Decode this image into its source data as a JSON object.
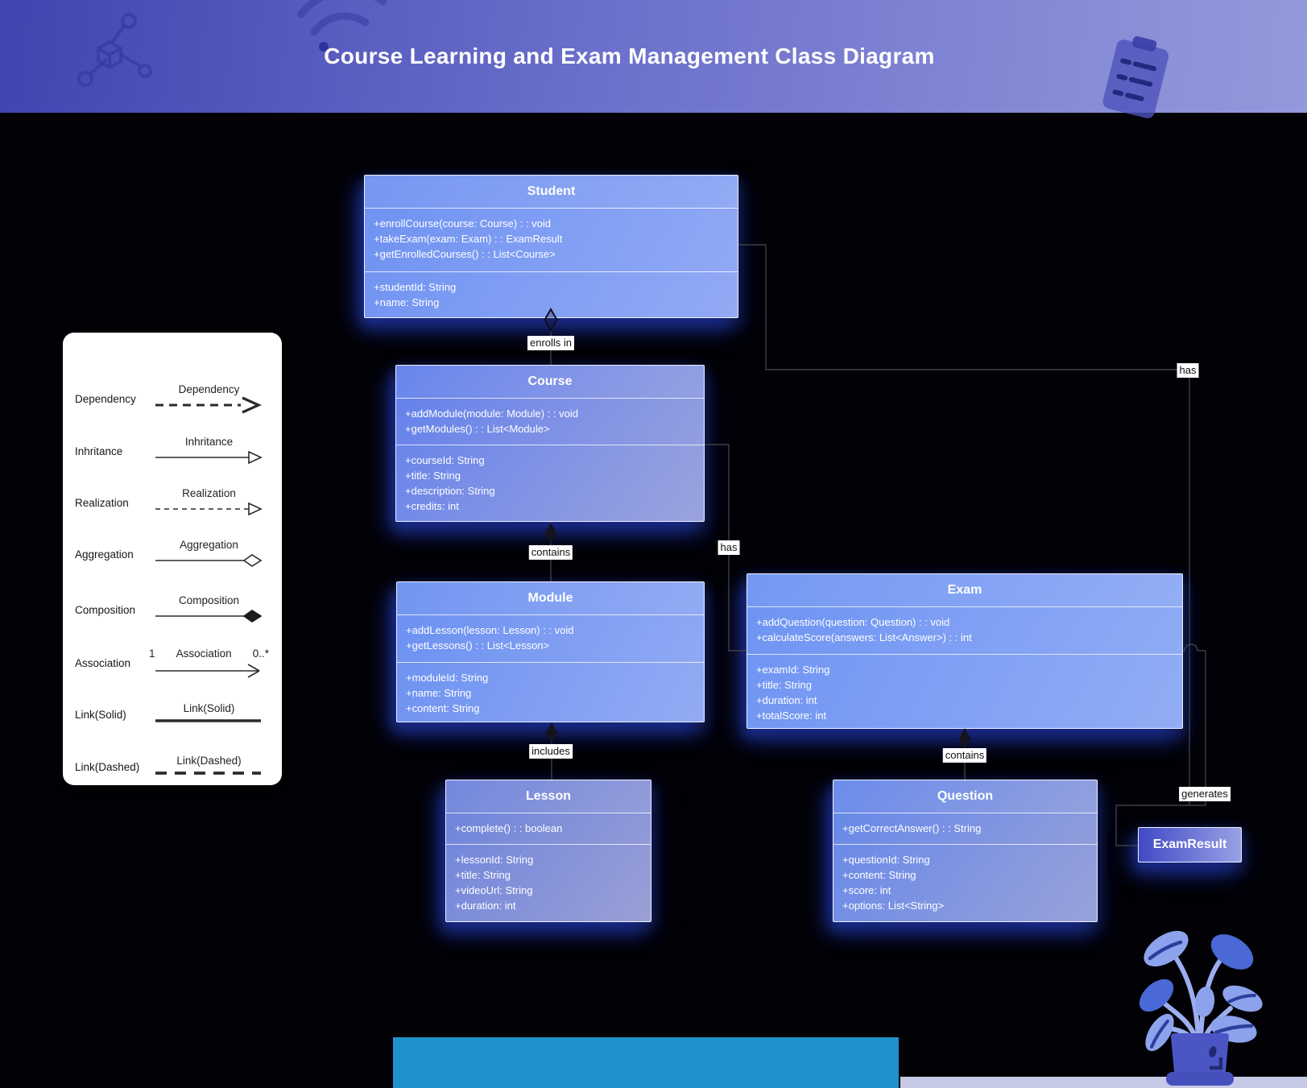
{
  "header": {
    "title": "Course Learning and Exam Management Class Diagram"
  },
  "classes": {
    "student": {
      "name": "Student",
      "methods": [
        "+enrollCourse(course: Course) : : void",
        "+takeExam(exam: Exam) : : ExamResult",
        "+getEnrolledCourses() : : List<Course>"
      ],
      "attributes": [
        "+studentId: String",
        "+name: String"
      ]
    },
    "course": {
      "name": "Course",
      "methods": [
        "+addModule(module: Module) : : void",
        "+getModules() : : List<Module>"
      ],
      "attributes": [
        "+courseId: String",
        "+title: String",
        "+description: String",
        "+credits: int"
      ]
    },
    "module": {
      "name": "Module",
      "methods": [
        "+addLesson(lesson: Lesson) : : void",
        "+getLessons() : : List<Lesson>"
      ],
      "attributes": [
        "+moduleId: String",
        "+name: String",
        "+content: String"
      ]
    },
    "lesson": {
      "name": "Lesson",
      "methods": [
        "+complete() : : boolean"
      ],
      "attributes": [
        "+lessonId: String",
        "+title: String",
        "+videoUrl: String",
        "+duration: int"
      ]
    },
    "exam": {
      "name": "Exam",
      "methods": [
        "+addQuestion(question: Question) : : void",
        "+calculateScore(answers: List<Answer>) : : int"
      ],
      "attributes": [
        "+examId: String",
        "+title: String",
        "+duration: int",
        "+totalScore: int"
      ]
    },
    "question": {
      "name": "Question",
      "methods": [
        "+getCorrectAnswer() : : String"
      ],
      "attributes": [
        "+questionId: String",
        "+content: String",
        "+score: int",
        "+options: List<String>"
      ]
    },
    "examresult": {
      "name": "ExamResult"
    }
  },
  "relations": {
    "student_course": "enrolls in",
    "course_module": "contains",
    "module_lesson": "includes",
    "course_exam": "has",
    "student_examresult": "has",
    "exam_question": "contains",
    "exam_examresult": "generates"
  },
  "legend": {
    "rows": [
      {
        "label": "Dependency",
        "caption": "Dependency"
      },
      {
        "label": "Inhritance",
        "caption": "Inhritance"
      },
      {
        "label": "Realization",
        "caption": "Realization"
      },
      {
        "label": "Aggregation",
        "caption": "Aggregation"
      },
      {
        "label": "Composition",
        "caption": "Composition"
      },
      {
        "label": "Association",
        "caption": "Association",
        "left_mult": "1",
        "right_mult": "0..*"
      },
      {
        "label": "Link(Solid)",
        "caption": "Link(Solid)"
      },
      {
        "label": "Link(Dashed)",
        "caption": "Link(Dashed)"
      }
    ]
  },
  "colors": {
    "header_gradient_left": "#4044b0",
    "header_gradient_right": "#9499dc",
    "class_box_blue": "#6e92f2",
    "muted_box_purple": "#9aa2dc",
    "exam_result_left": "#4149c5",
    "bottom_bar_blue": "#2191cc",
    "floor_strip": "#c6c9e6",
    "plant_blue": "#4a68d6",
    "glow_blue": "#2c49cf"
  }
}
